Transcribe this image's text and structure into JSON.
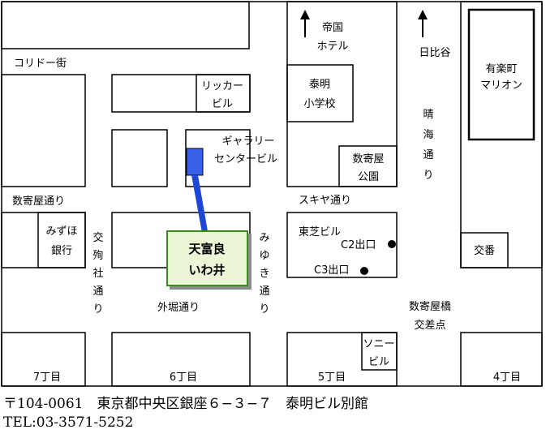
{
  "labels": {
    "imperial_hotel_1": "帝国",
    "imperial_hotel_2": "ホテル",
    "hibiya": "日比谷",
    "yurakucho_marion_1": "有楽町",
    "yurakucho_marion_2": "マリオン",
    "corridor_street": "コリドー街",
    "riccar_bldg_1": "リッカー",
    "riccar_bldg_2": "ビル",
    "taimei_school_1": "泰明",
    "taimei_school_2": "小学校",
    "harumi_street": [
      "晴",
      "海",
      "通",
      "り"
    ],
    "gallery_center_1": "ギャラリー",
    "gallery_center_2": "センタービル",
    "sukiyabashi_park_1": "数寄屋",
    "sukiyabashi_park_2": "公園",
    "sukiyabashi_street": "数寄屋通り",
    "sukiya_street": "スキヤ通り",
    "mizuho_bank_1": "みずほ",
    "mizuho_bank_2": "銀行",
    "kojunsha_street": [
      "交",
      "殉",
      "社",
      "通",
      "り"
    ],
    "restaurant_1": "天富良",
    "restaurant_2": "いわ井",
    "miyuki_street": [
      "み",
      "ゆ",
      "き",
      "通",
      "り"
    ],
    "toshiba_bldg": "東芝ビル",
    "exit_c2": "C2出口",
    "exit_c3": "C3出口",
    "police_box": "交番",
    "sotobori_street": "外堀通り",
    "sukiyabashi_crossing_1": "数寄屋橋",
    "sukiyabashi_crossing_2": "交差点",
    "sony_bldg_1": "ソニー",
    "sony_bldg_2": "ビル",
    "chome_7": "7丁目",
    "chome_6": "6丁目",
    "chome_5": "5丁目",
    "chome_4": "4丁目"
  },
  "footer": {
    "address": "〒104-0061　東京都中央区銀座６−３−７　泰明ビル別館",
    "tel": "TEL:03-3571-5252"
  },
  "colors": {
    "marker": "#3a62e8",
    "restaurant_fill": "#eaf5d6",
    "restaurant_border": "#3d8a1e"
  }
}
